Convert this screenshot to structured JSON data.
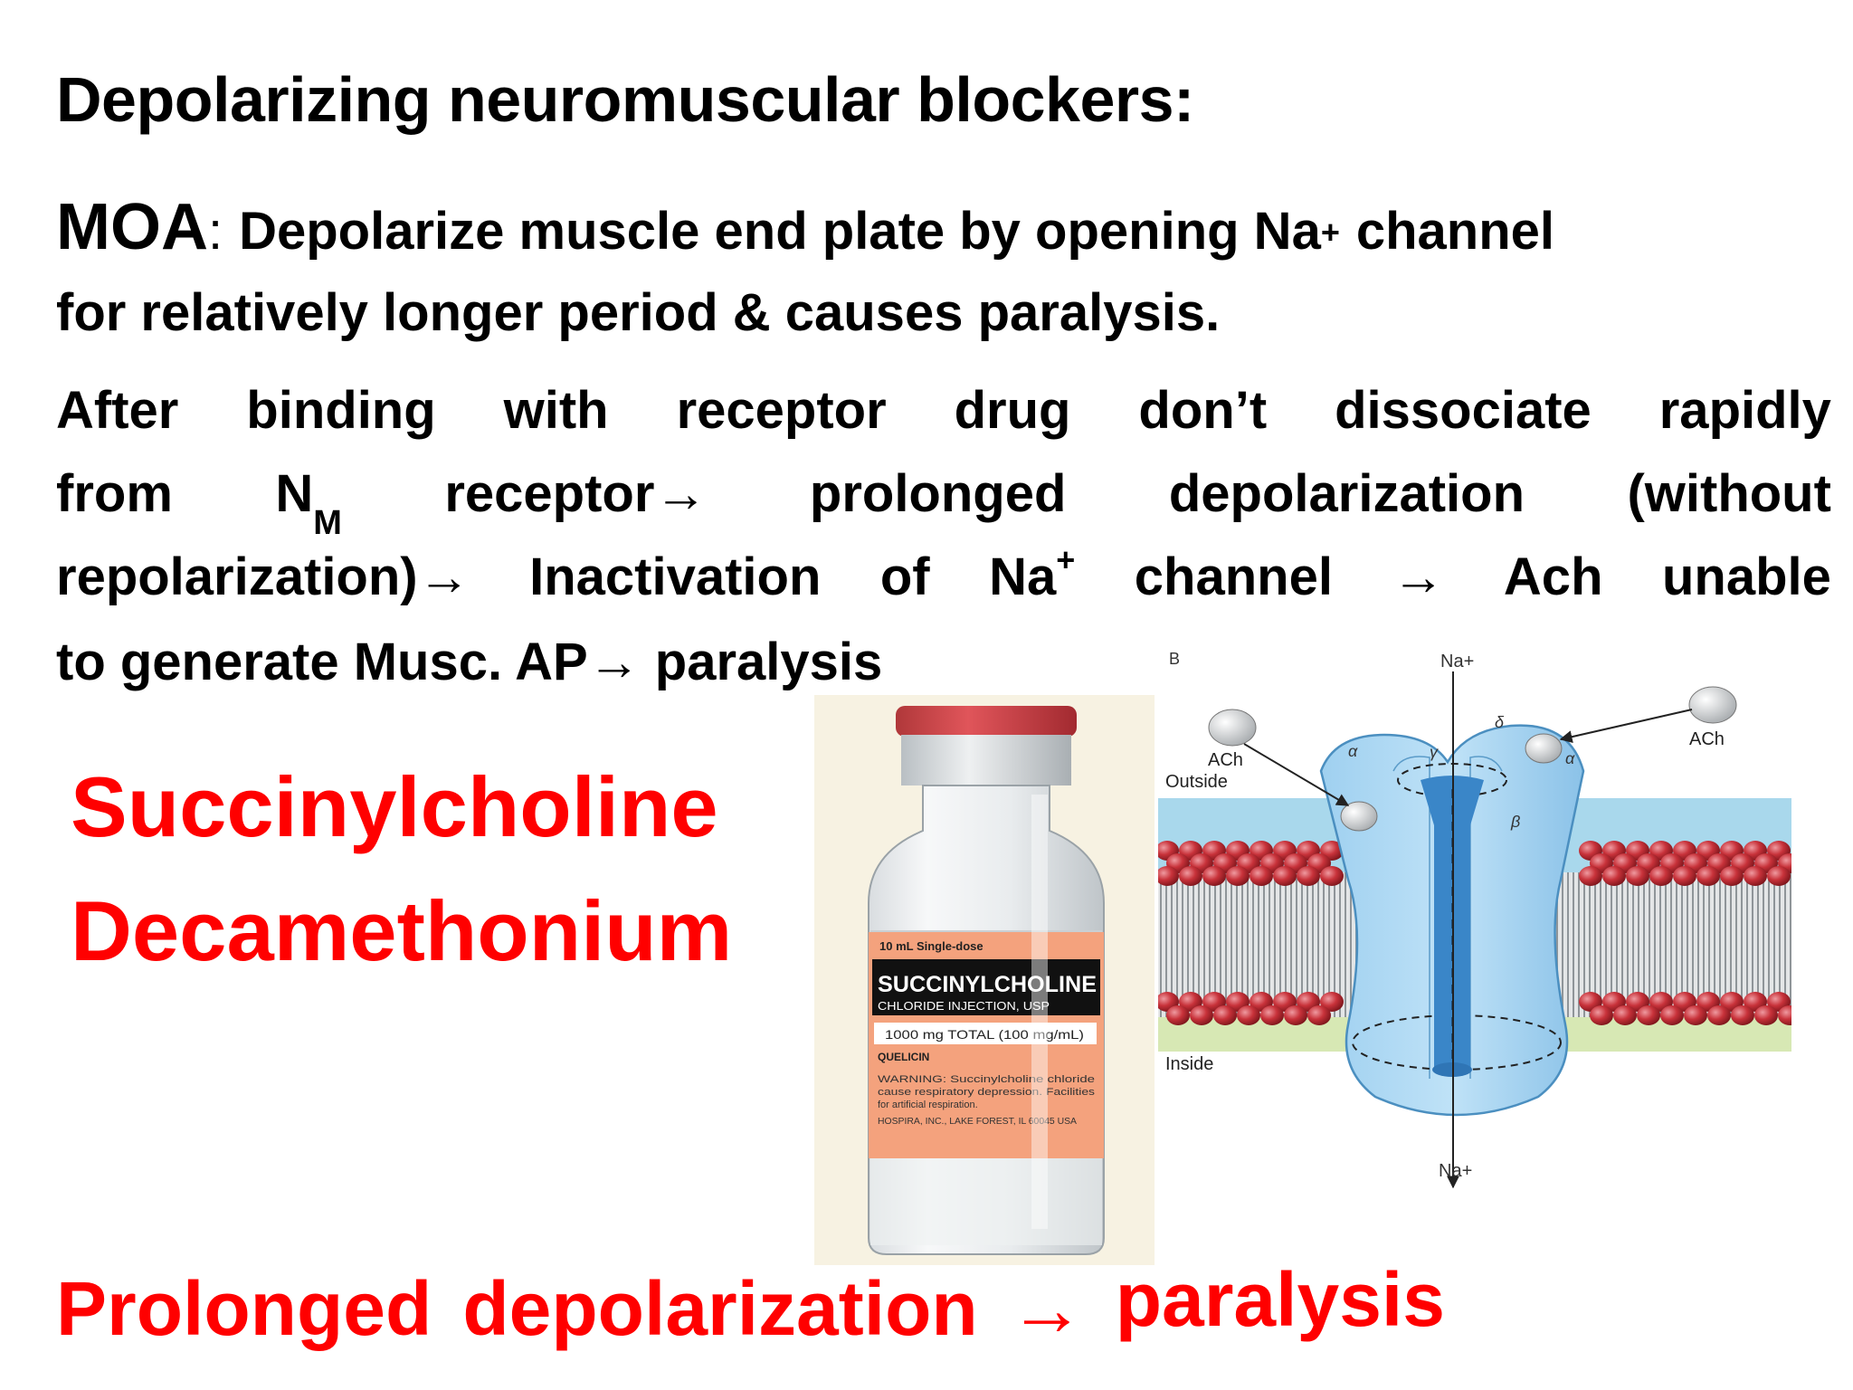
{
  "title": "Depolarizing neuromuscular blockers:",
  "moa": {
    "label": "MOA",
    "colon": ":",
    "line1_text": "Depolarize muscle end plate by opening Na",
    "plus": "+",
    "line1_end": "channel",
    "line2": "for relatively longer period & causes paralysis."
  },
  "mechanism": {
    "line1": [
      "After",
      "binding",
      "with",
      "receptor",
      "drug",
      "don’t",
      "dissociate",
      "rapidly"
    ],
    "line2": {
      "from": "from",
      "n": "N",
      "m": "M",
      "receptor": "receptor→",
      "prolonged": "prolonged",
      "depolarization": "depolarization",
      "without": "(without"
    },
    "line3": {
      "repol": "repolarization)→",
      "inactivation": "Inactivation",
      "of": "of",
      "na": "Na",
      "plus": "+",
      "channel": "channel",
      "arrow": "→",
      "ach": "Ach",
      "unable": "unable"
    },
    "line4": "to generate Musc. AP→ paralysis"
  },
  "drugs": [
    "Succinylcholine",
    "Decamethonium"
  ],
  "summary": {
    "part1": "Prolonged",
    "part2": "depolarization",
    "arrow": "→",
    "part3": "paralysis"
  },
  "vial_label": {
    "top": "10 mL Single-dose",
    "name": "SUCCINYLCHOLINE",
    "sub": "CHLORIDE INJECTION, USP",
    "dose": "1000 mg TOTAL (100 mg/mL)",
    "brand": "QUELICIN",
    "warning1": "WARNING: Succinylcholine chloride",
    "warning2": "cause respiratory depression. Facilities",
    "warning3": "for artificial respiration.",
    "maker": "HOSPIRA, INC., LAKE FOREST, IL 60045 USA"
  },
  "diagram": {
    "panel": "B",
    "na_top": "Na+",
    "na_bottom": "Na+",
    "ach_left": "ACh",
    "ach_right": "ACh",
    "outside": "Outside",
    "inside": "Inside",
    "alpha1": "α",
    "alpha2": "α",
    "gamma": "γ",
    "delta": "δ",
    "beta": "β"
  },
  "colors": {
    "red": "#ff0000",
    "membrane_head": "#c8323a",
    "channel_blue": "#8fc4ea",
    "pore_blue": "#3a86c8",
    "outside_band": "#a9d8ec",
    "inside_band": "#d7e8b4"
  }
}
